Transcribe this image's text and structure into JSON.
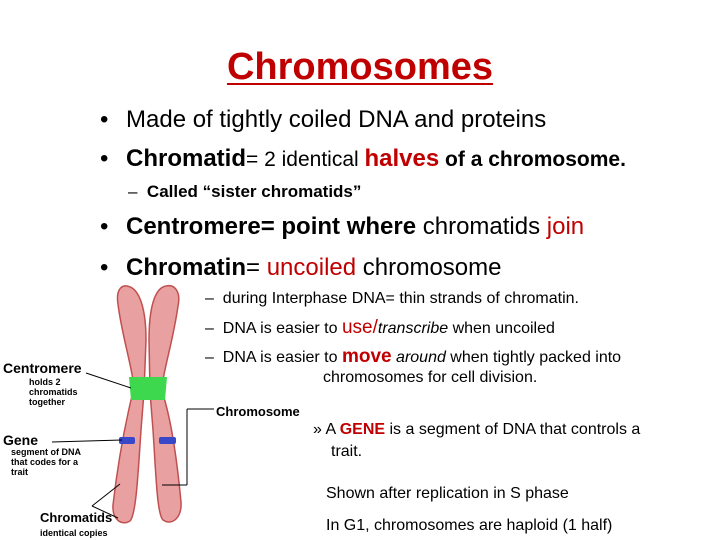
{
  "slide": {
    "title": "Chromosomes",
    "bullets": [
      {
        "text": "Made of tightly coiled DNA and proteins"
      },
      {
        "t1": "Chromatid",
        "t2": "= 2 identical ",
        "t3": "halves",
        "t4": " of a chromosome."
      },
      {
        "t1": "Centromere= point where ",
        "t2": "chromatids ",
        "t3": "join"
      },
      {
        "t1": "Chromatin",
        "t2": "= ",
        "t3": "uncoiled",
        "t4": " chromosome"
      }
    ],
    "sub_sister": "Called “sister chromatids”",
    "sub_items": [
      {
        "text": "during Interphase DNA= thin strands of chromatin."
      },
      {
        "t1": "DNA is easier to ",
        "t2": "use/",
        "t3": "transcribe",
        "t4": " when uncoiled"
      },
      {
        "t1": "DNA is easier to ",
        "t2": "move",
        "t3": " around",
        "t4": " when tightly packed into",
        "t5": "chromosomes for cell division."
      }
    ],
    "gene_note": {
      "t1": "A ",
      "t2": "GENE",
      "t3": " is a segment of DNA that controls a",
      "t4": "trait."
    },
    "replication_note": "Shown after replication in S phase",
    "g1_note": "In G1, chromosomes are haploid (1 half)",
    "bullet_symbol": "•",
    "dash_symbol": "–",
    "raquo_symbol": "»"
  },
  "diagram": {
    "centromere_label": "Centromere",
    "centromere_desc": [
      "holds 2",
      "chromatids",
      "together"
    ],
    "chromosome_label": "Chromosome",
    "gene_label": "Gene",
    "gene_desc": [
      "segment of DNA",
      "that codes for a",
      "trait"
    ],
    "chromatids_label": "Chromatids",
    "chromatids_desc": "identical copies",
    "colors": {
      "body": "#e9a0a0",
      "outline": "#c05050",
      "centromere": "#3ed84f",
      "gene": "#3848c8"
    }
  }
}
